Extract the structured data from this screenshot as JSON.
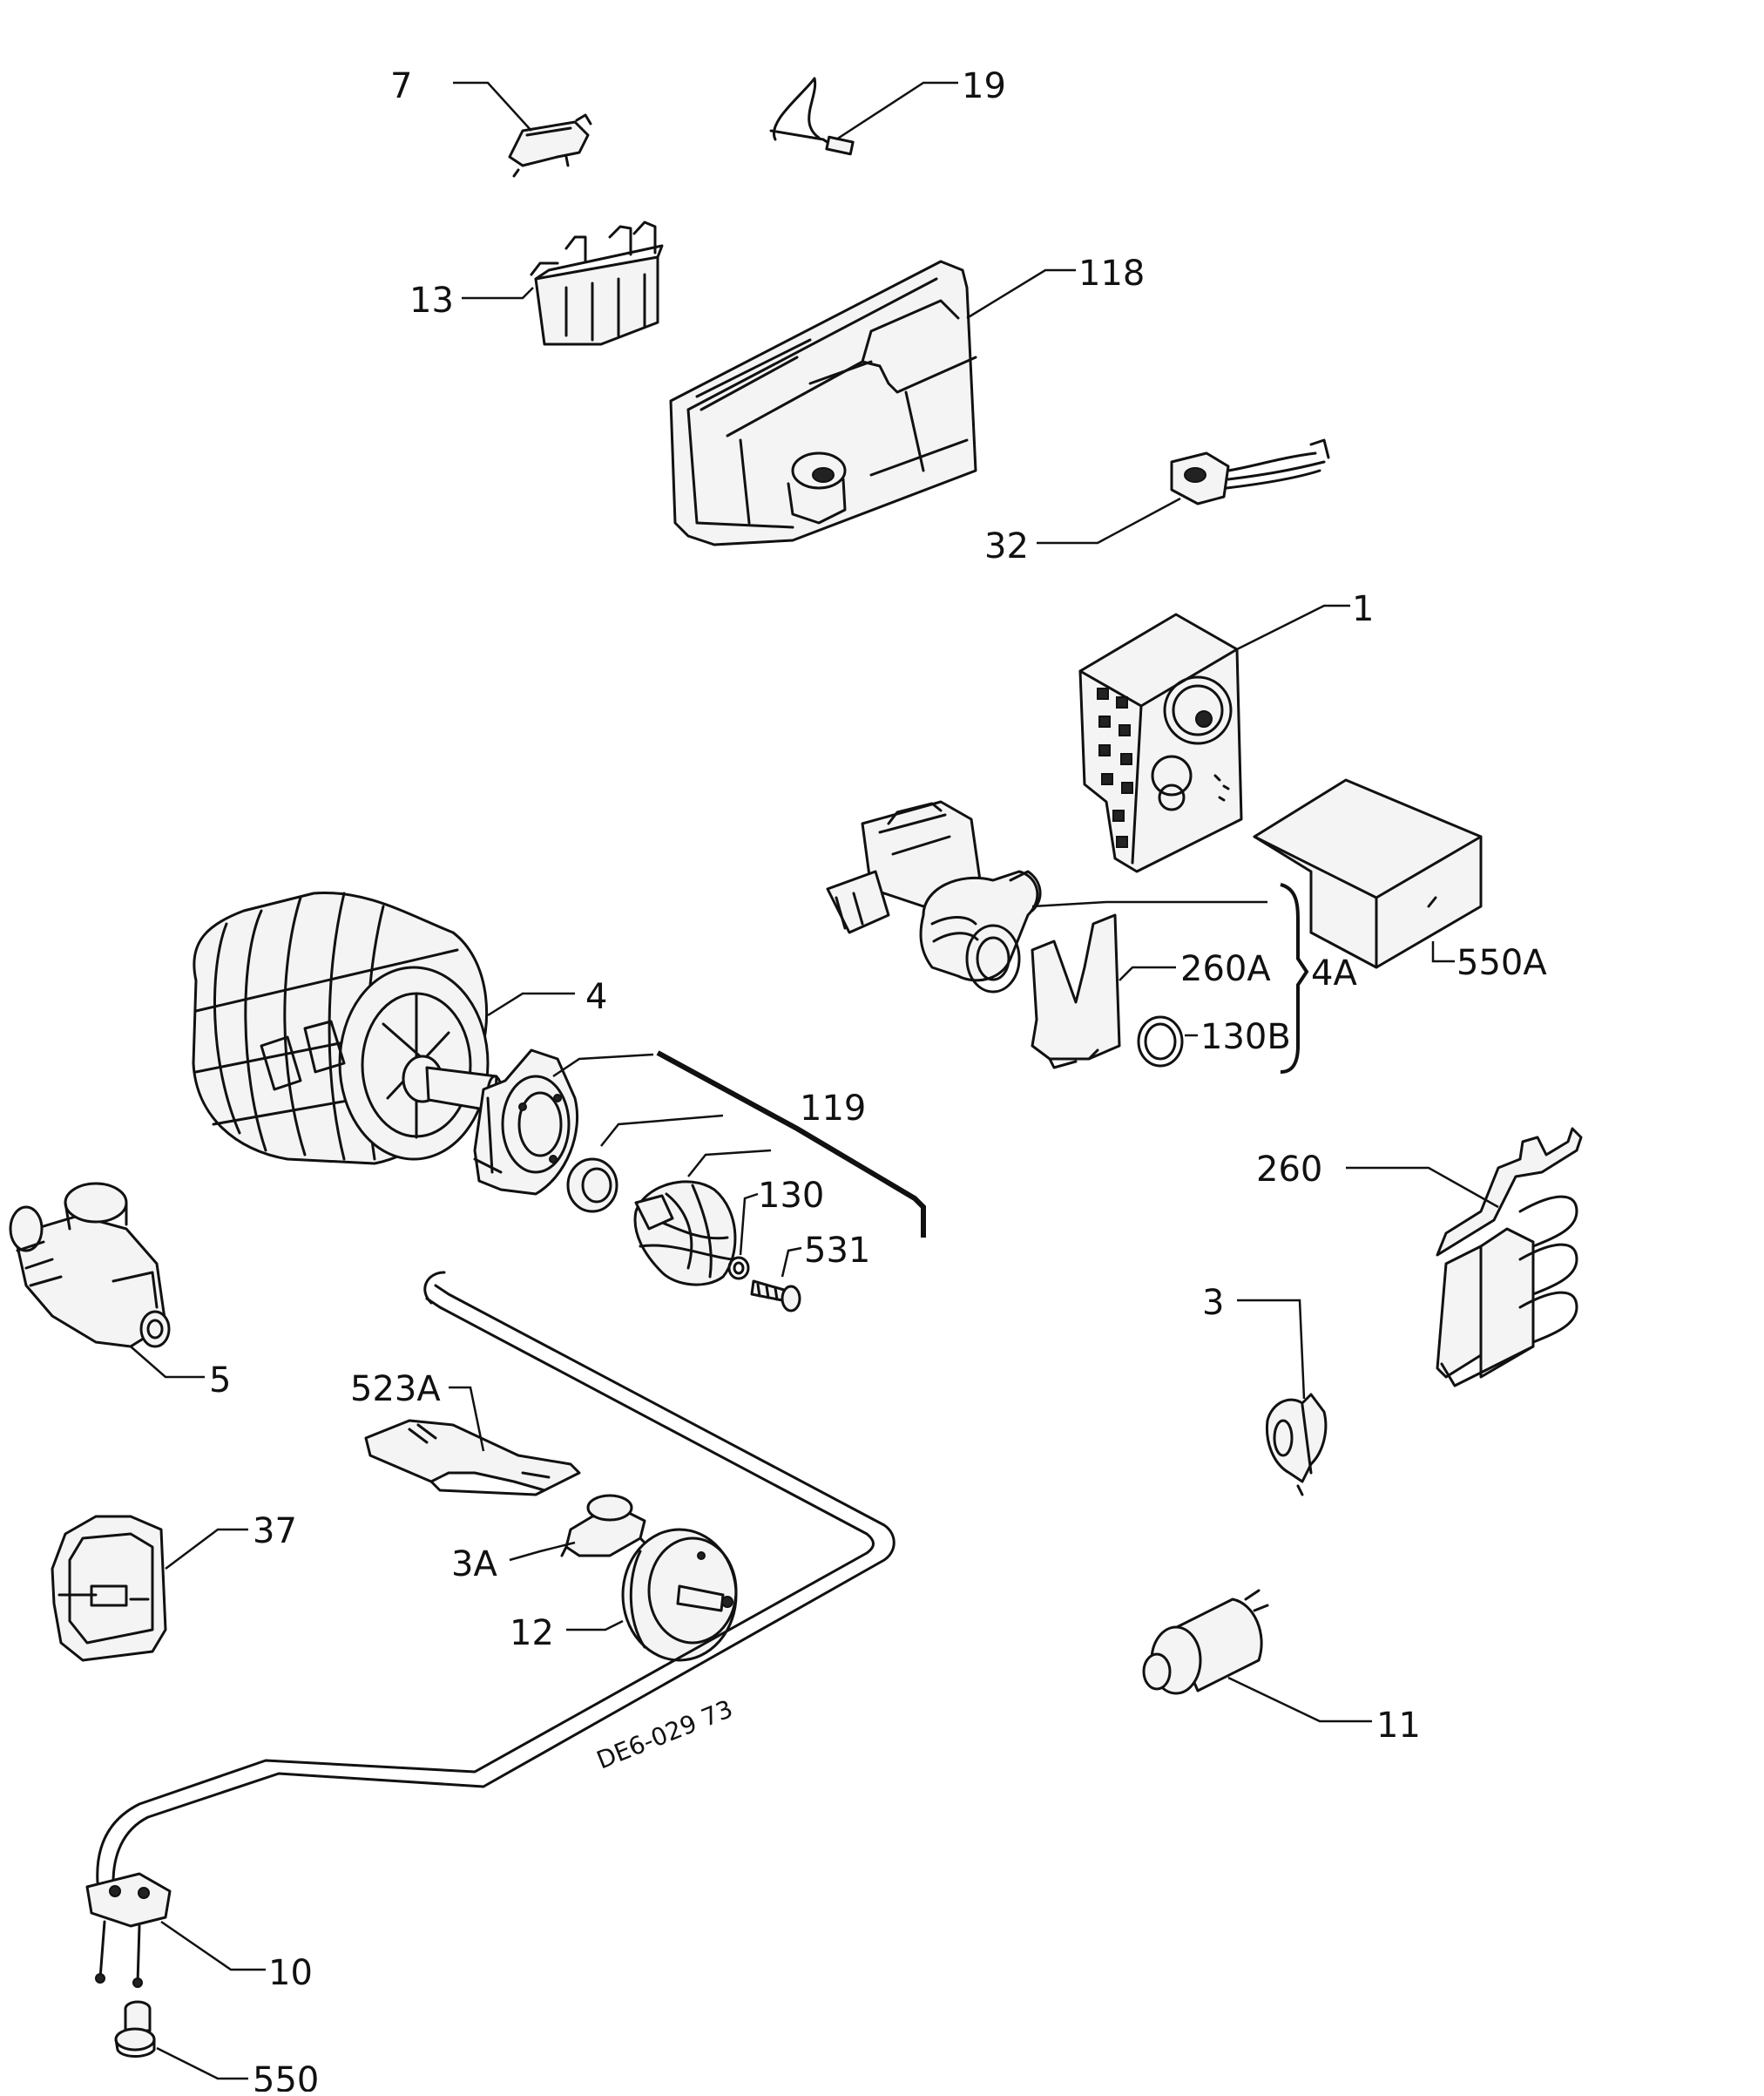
{
  "labels": {
    "p7": "7",
    "p19": "19",
    "p13": "13",
    "p118": "118",
    "p32": "32",
    "p1": "1",
    "p260A": "260A",
    "p4A": "4A",
    "p550A": "550A",
    "p130B": "130B",
    "p4": "4",
    "p119": "119",
    "p130": "130",
    "p531": "531",
    "p260": "260",
    "p5": "5",
    "p3": "3",
    "p523A": "523A",
    "p37": "37",
    "p3A": "3A",
    "p12": "12",
    "p11": "11",
    "p10": "10",
    "p550": "550"
  },
  "drawing_code": "DE6-029 73"
}
